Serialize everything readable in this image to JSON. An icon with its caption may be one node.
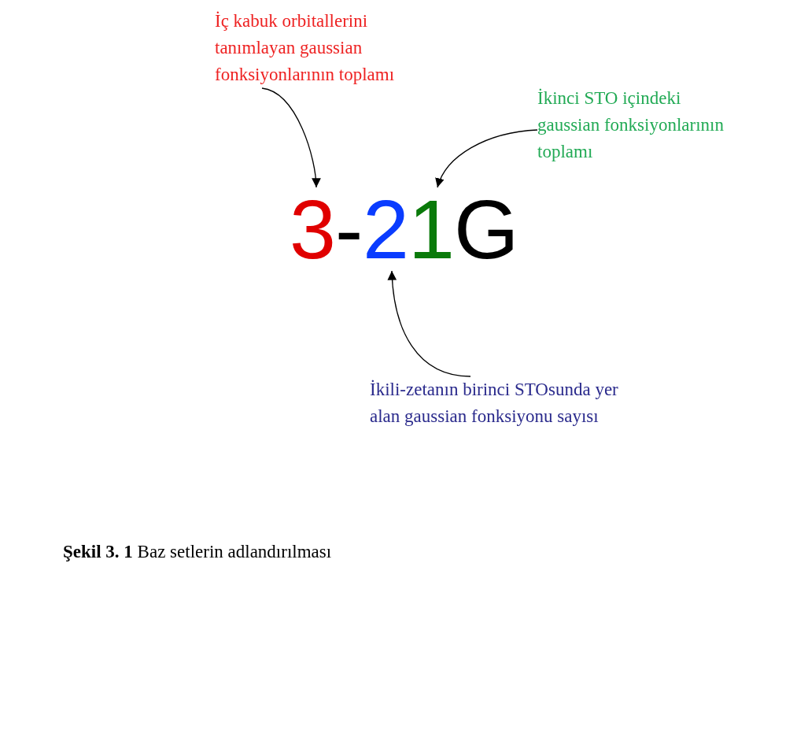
{
  "diagram": {
    "caption": "**Şekil 3. 1** Baz setlerin adlandırılması",
    "nodes": [
      {
        "text": [
          "İç kabuk orbitallerini tanımlayan gaussian fonksiyonlarının toplamı"
        ]
      },
      {
        "text": [
          "İkinci STO içindeki gaussian fonksiyonlarının toplamı"
        ]
      },
      {
        "text": [
          "3"
        ]
      },
      {
        "text": [
          "-"
        ]
      },
      {
        "text": [
          "2"
        ]
      },
      {
        "text": [
          "1"
        ]
      },
      {
        "text": [
          "G"
        ]
      },
      {
        "text": [
          "İkili-zetanın birinci STOsunda yer alan gaussian fonksiyonu sayısı"
        ]
      }
    ],
    "edges": [
      {
        "from": 0,
        "to": 2,
        "arrow": "to"
      },
      {
        "from": 1,
        "to": 5,
        "arrow": "to"
      },
      {
        "from": 7,
        "to": 4,
        "arrow": "to"
      }
    ]
  }
}
